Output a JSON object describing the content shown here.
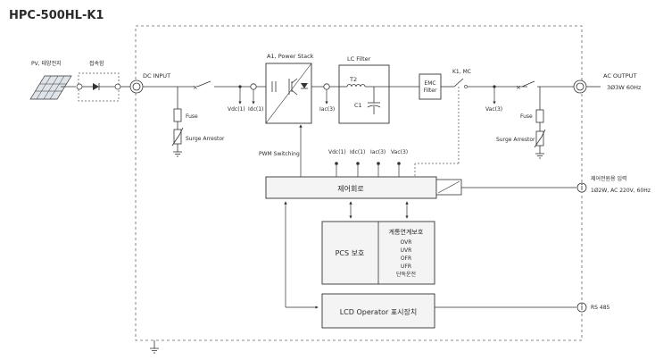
{
  "title": "HPC-500HL-K1",
  "labels": {
    "pv": "PV, 태양전지",
    "junction": "접속함",
    "dc_input": "DC INPUT",
    "power_stack": "A1, Power Stack",
    "lc_filter": "LC Filter",
    "t2": "T2",
    "c1": "C1",
    "emc_line1": "EMC",
    "emc_line2": "Filter",
    "k1": "K1, MC",
    "ac_output": "AC OUTPUT",
    "ac_spec": "3Ø3W 60Hz",
    "fuse_left": "Fuse",
    "surge_left": "Surge Arrestor",
    "fuse_right": "Fuse",
    "surge_right": "Surge Arrestor",
    "vdc1": "Vdc(1)",
    "idc1": "Idc(1)",
    "iac3": "Iac(3)",
    "vac3": "Vac(3)",
    "pwm": "PWM Switching",
    "meas_vdc1": "Vdc(1)",
    "meas_idc1": "Idc(1)",
    "meas_iac3": "Iac(3)",
    "meas_vac3": "Vac(3)",
    "control": "제어회로",
    "ctrl_power_1": "제어전원용 입력",
    "ctrl_power_2": "1Ø2W, AC 220V, 60Hz",
    "pcs": "PCS 보호",
    "grid_title": "계통연계보호",
    "grid_items": [
      "OVR",
      "UVR",
      "OFR",
      "UFR",
      "단독운전"
    ],
    "lcd": "LCD Operator 표시장치",
    "rs485": "RS 485"
  }
}
